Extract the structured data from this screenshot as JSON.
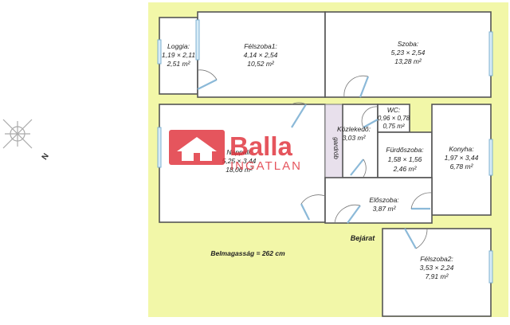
{
  "rooms": {
    "loggia": {
      "name": "Loggia:",
      "dims": "1,19 × 2,11",
      "area": "2,51 m²"
    },
    "felszoba1": {
      "name": "Félszoba1:",
      "dims": "4,14 × 2,54",
      "area": "10,52 m²"
    },
    "szoba": {
      "name": "Szoba:",
      "dims": "5,23 × 2,54",
      "area": "13,28 m²"
    },
    "nappali": {
      "name": "Nappali:",
      "dims": "5,25 × 3,44",
      "area": "18,06 m²"
    },
    "kozlekedo": {
      "name": "Közlekedő:",
      "area": "3,03 m²"
    },
    "gardrob": {
      "name": "gardrób"
    },
    "wc": {
      "name": "WC:",
      "dims": "0,96 × 0,78",
      "area": "0,75 m²"
    },
    "furdoszoba": {
      "name": "Fürdőszoba:",
      "dims": "1,58 × 1,56",
      "area": "2,46 m²"
    },
    "konyha": {
      "name": "Konyha:",
      "dims": "1,97 × 3,44",
      "area": "6,78 m²"
    },
    "eloszoba": {
      "name": "Előszoba:",
      "area": "3,87 m²"
    },
    "felszoba2": {
      "name": "Félszoba2:",
      "dims": "3,53 × 2,24",
      "area": "7,91 m²"
    }
  },
  "entrance_label": "Bejárat",
  "ceiling_height": "Belmagasság = 262 cm",
  "compass_letter": "N",
  "watermark": {
    "line1": "Balla",
    "line2": "INGATLAN"
  },
  "colors": {
    "background": "#f2f7a8",
    "walls": "#555555",
    "window": "#d7ecf7",
    "watermark": "#e0303a"
  }
}
